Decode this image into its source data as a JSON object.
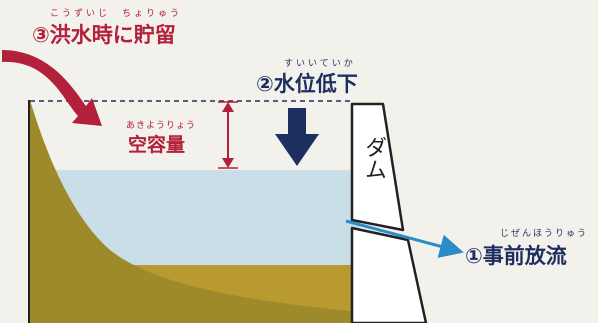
{
  "labels": {
    "flood_storage": {
      "ruby": "こうずいじ　ちょりゅう",
      "text": "③洪水時に貯留"
    },
    "water_level_drop": {
      "ruby": "すいいていか",
      "text": "②水位低下"
    },
    "empty_capacity": {
      "ruby": "あきようりょう",
      "text": "空容量"
    },
    "dam": {
      "text": "ダム"
    },
    "pre_release": {
      "ruby": "じぜんほうりゅう",
      "text": "①事前放流"
    }
  },
  "colors": {
    "background": "#f3f1ec",
    "hillside": "#9e8a2a",
    "sediment": "#b89a2e",
    "water": "#c9dee6",
    "label_red": "#b2203a",
    "label_navy": "#1d2f5f",
    "arrow_blue": "#2a8dc8",
    "dam_body": "#ffffff"
  }
}
